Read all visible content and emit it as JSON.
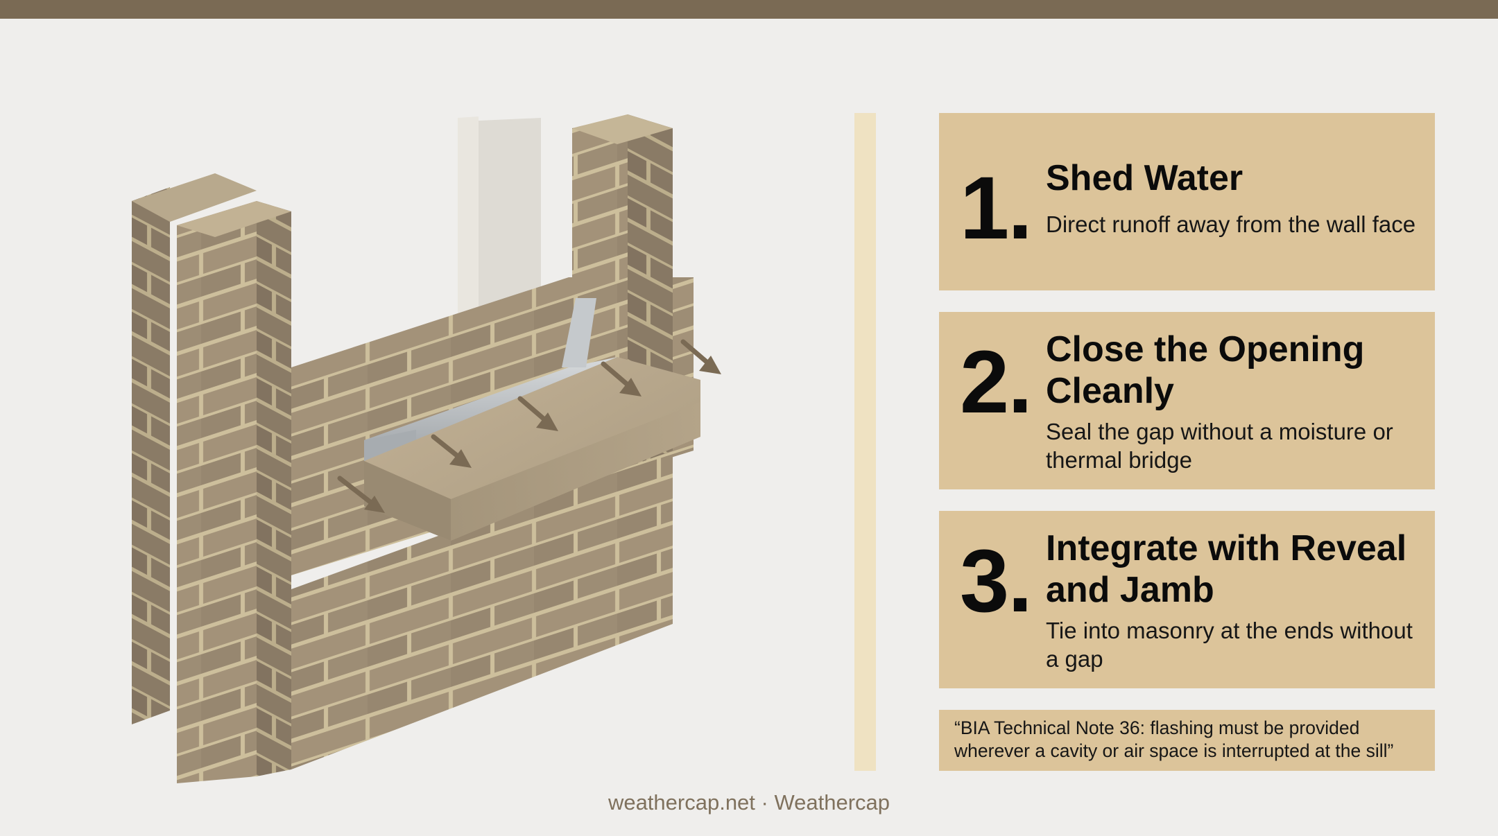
{
  "steps": [
    {
      "number": "1.",
      "title": "Shed Water",
      "description": "Direct runoff away from the wall face"
    },
    {
      "number": "2.",
      "title": "Close the Opening Cleanly",
      "description": "Seal the gap without a moisture or thermal bridge"
    },
    {
      "number": "3.",
      "title": "Integrate with Reveal and Jamb",
      "description": "Tie into masonry at the ends without a gap"
    }
  ],
  "quote": "“BIA Technical Note 36: flashing must be provided wherever a cavity or air space is interrupted at the sill”",
  "footer": "weathercap.net · Weathercap",
  "colors": {
    "top_band": "#7a6a54",
    "card": "#dcc49a",
    "divider": "#efe2c2",
    "brick": "#a09078",
    "mortar": "#cdbf9c",
    "sill": "#b3a288",
    "flashing": "#b9bec2",
    "arrow": "#7a6a54",
    "background": "#efeeec"
  }
}
